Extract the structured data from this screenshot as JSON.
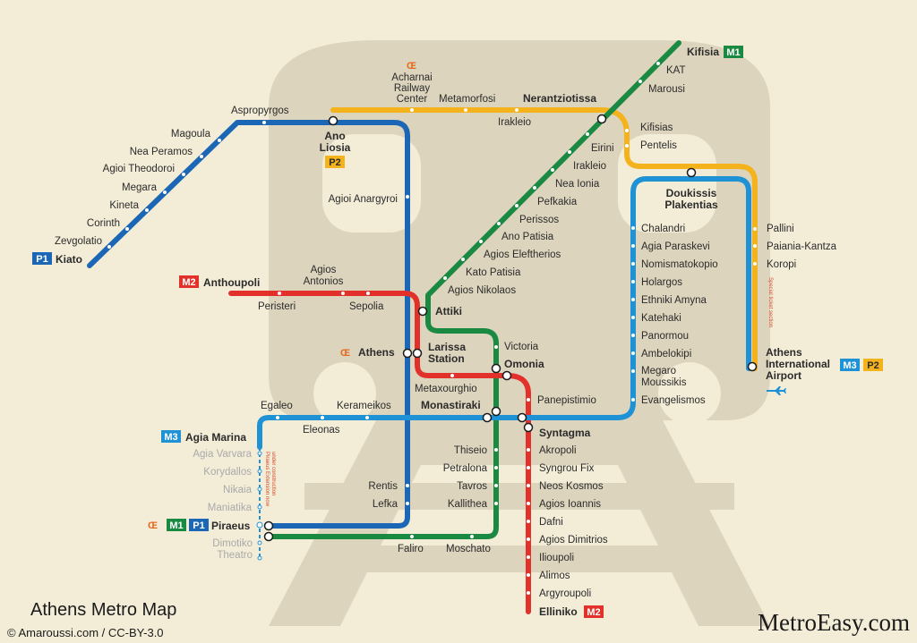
{
  "map": {
    "title": "Athens Metro Map",
    "credit": "© Amaroussi.com / CC-BY-3.0",
    "brand": "MetroEasy.com",
    "lines": {
      "m1": {
        "label": "M1",
        "color": "#1a8a43"
      },
      "m2": {
        "label": "M2",
        "color": "#e2312a"
      },
      "m3": {
        "label": "M3",
        "color": "#1f92d6"
      },
      "p1": {
        "label": "P1",
        "color": "#1b67b5"
      },
      "p2": {
        "label": "P2",
        "color": "#f4b21c"
      }
    },
    "terminals": {
      "kiato": "Kiato",
      "kifisia": "Kifisia",
      "anthoupoli": "Anthoupoli",
      "agia_marina": "Agia Marina",
      "piraeus": "Piraeus",
      "elliniko": "Elliniko",
      "airport": [
        "Athens",
        "International",
        "Airport"
      ]
    },
    "stations": {
      "suburban_west": [
        "Aspropyrgos",
        "Magoula",
        "Nea Peramos",
        "Agioi Theodoroi",
        "Megara",
        "Kineta",
        "Corinth",
        "Zevgolatio"
      ],
      "suburban_north": [
        "Metamorfosi",
        "Irakleio"
      ],
      "acharnai": [
        "Acharnai",
        "Railway",
        "Center"
      ],
      "nerantziotissa": "Nerantziotissa",
      "m1_north": [
        "KAT",
        "Marousi",
        "Eirini",
        "Irakleio",
        "Nea Ionia",
        "Pefkakia",
        "Perissos",
        "Ano Patisia",
        "Agios Eleftherios",
        "Kato Patisia",
        "Agios Nikolaos"
      ],
      "ano_liosia": [
        "Ano",
        "Liosia"
      ],
      "agioi_anargyroi": "Agioi Anargyroi",
      "kifisias": "Kifisias",
      "pentelis": "Pentelis",
      "doukissis": [
        "Doukissis",
        "Plakentias"
      ],
      "m3_east": [
        "Chalandri",
        "Agia Paraskevi",
        "Nomismatokopio",
        "Holargos",
        "Ethniki Amyna",
        "Katehaki",
        "Panormou",
        "Ambelokipi",
        "Megaro",
        "Moussikis",
        "Evangelismos"
      ],
      "airport_branch": [
        "Pallini",
        "Paiania-Kantza",
        "Koropi"
      ],
      "special_ticket": "Special ticket section",
      "agios_antonios": [
        "Agios",
        "Antonios"
      ],
      "peristeri": "Peristeri",
      "sepolia": "Sepolia",
      "attiki": "Attiki",
      "athens": "Athens",
      "larissa": [
        "Larissa",
        "Station"
      ],
      "victoria": "Victoria",
      "omonia": "Omonia",
      "metaxourghio": "Metaxourghio",
      "panepistimio": "Panepistimio",
      "egaleo": "Egaleo",
      "kerameikos": "Kerameikos",
      "eleonas": "Eleonas",
      "monastiraki": "Monastiraki",
      "syntagma": "Syntagma",
      "m1_south": [
        "Thiseio",
        "Petralona",
        "Tavros",
        "Kallithea"
      ],
      "rentis": "Rentis",
      "lefka": "Lefka",
      "faliro": "Faliro",
      "moschato": "Moschato",
      "m2_south": [
        "Akropoli",
        "Syngrou Fix",
        "Neos Kosmos",
        "Agios Ioannis",
        "Dafni",
        "Agios Dimitrios",
        "Ilioupoli",
        "Alimos",
        "Argyroupoli"
      ],
      "m3_ext": [
        "Agia Varvara",
        "Korydallos",
        "Nikaia",
        "Maniatika"
      ],
      "m3_ext_note": [
        "Piraeus Extension now",
        "under construction"
      ],
      "dimotiko": [
        "Dimotiko",
        "Theatro"
      ]
    },
    "rail_icon": "Œ"
  }
}
